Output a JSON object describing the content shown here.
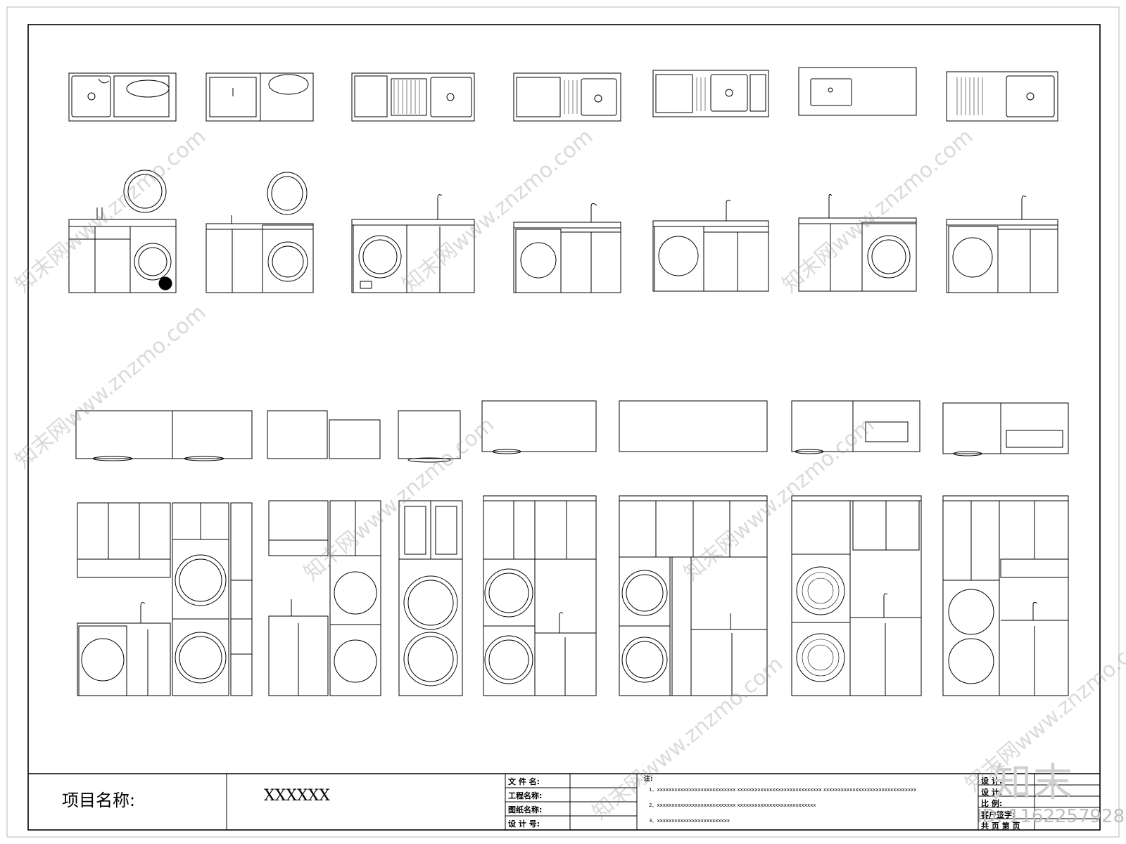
{
  "title_block": {
    "project_label": "项目名称:",
    "project_value": "XXXXXX",
    "fields": [
      "文 件 名:",
      "工程名称:",
      "图纸名称:",
      "设 计 号:"
    ],
    "note_title": "注:",
    "notes": [
      "1、xxxxxxxxxxxxxxxxxxxxxxxxxxx    xxxxxxxxxxxxxxxxxxxxxxxxxxxxx    xxxxxxxxxxxxxxxxxxxxxxxxxxxxxxxx",
      "2、xxxxxxxxxxxxxxxxxxxxxxxxxxx    xxxxxxxxxxxxxxxxxxxxxxxxxxx",
      "3、xxxxxxxxxxxxxxxxxxxxxxxxx"
    ],
    "right_fields": [
      "设 计:",
      "设 计:",
      "比 例:",
      "客户签字:",
      "共 页 第 页"
    ]
  },
  "watermark": {
    "logo": "知末",
    "id_text": "ID: 1162257928",
    "site_text": "知末网www.znzmo.com"
  }
}
